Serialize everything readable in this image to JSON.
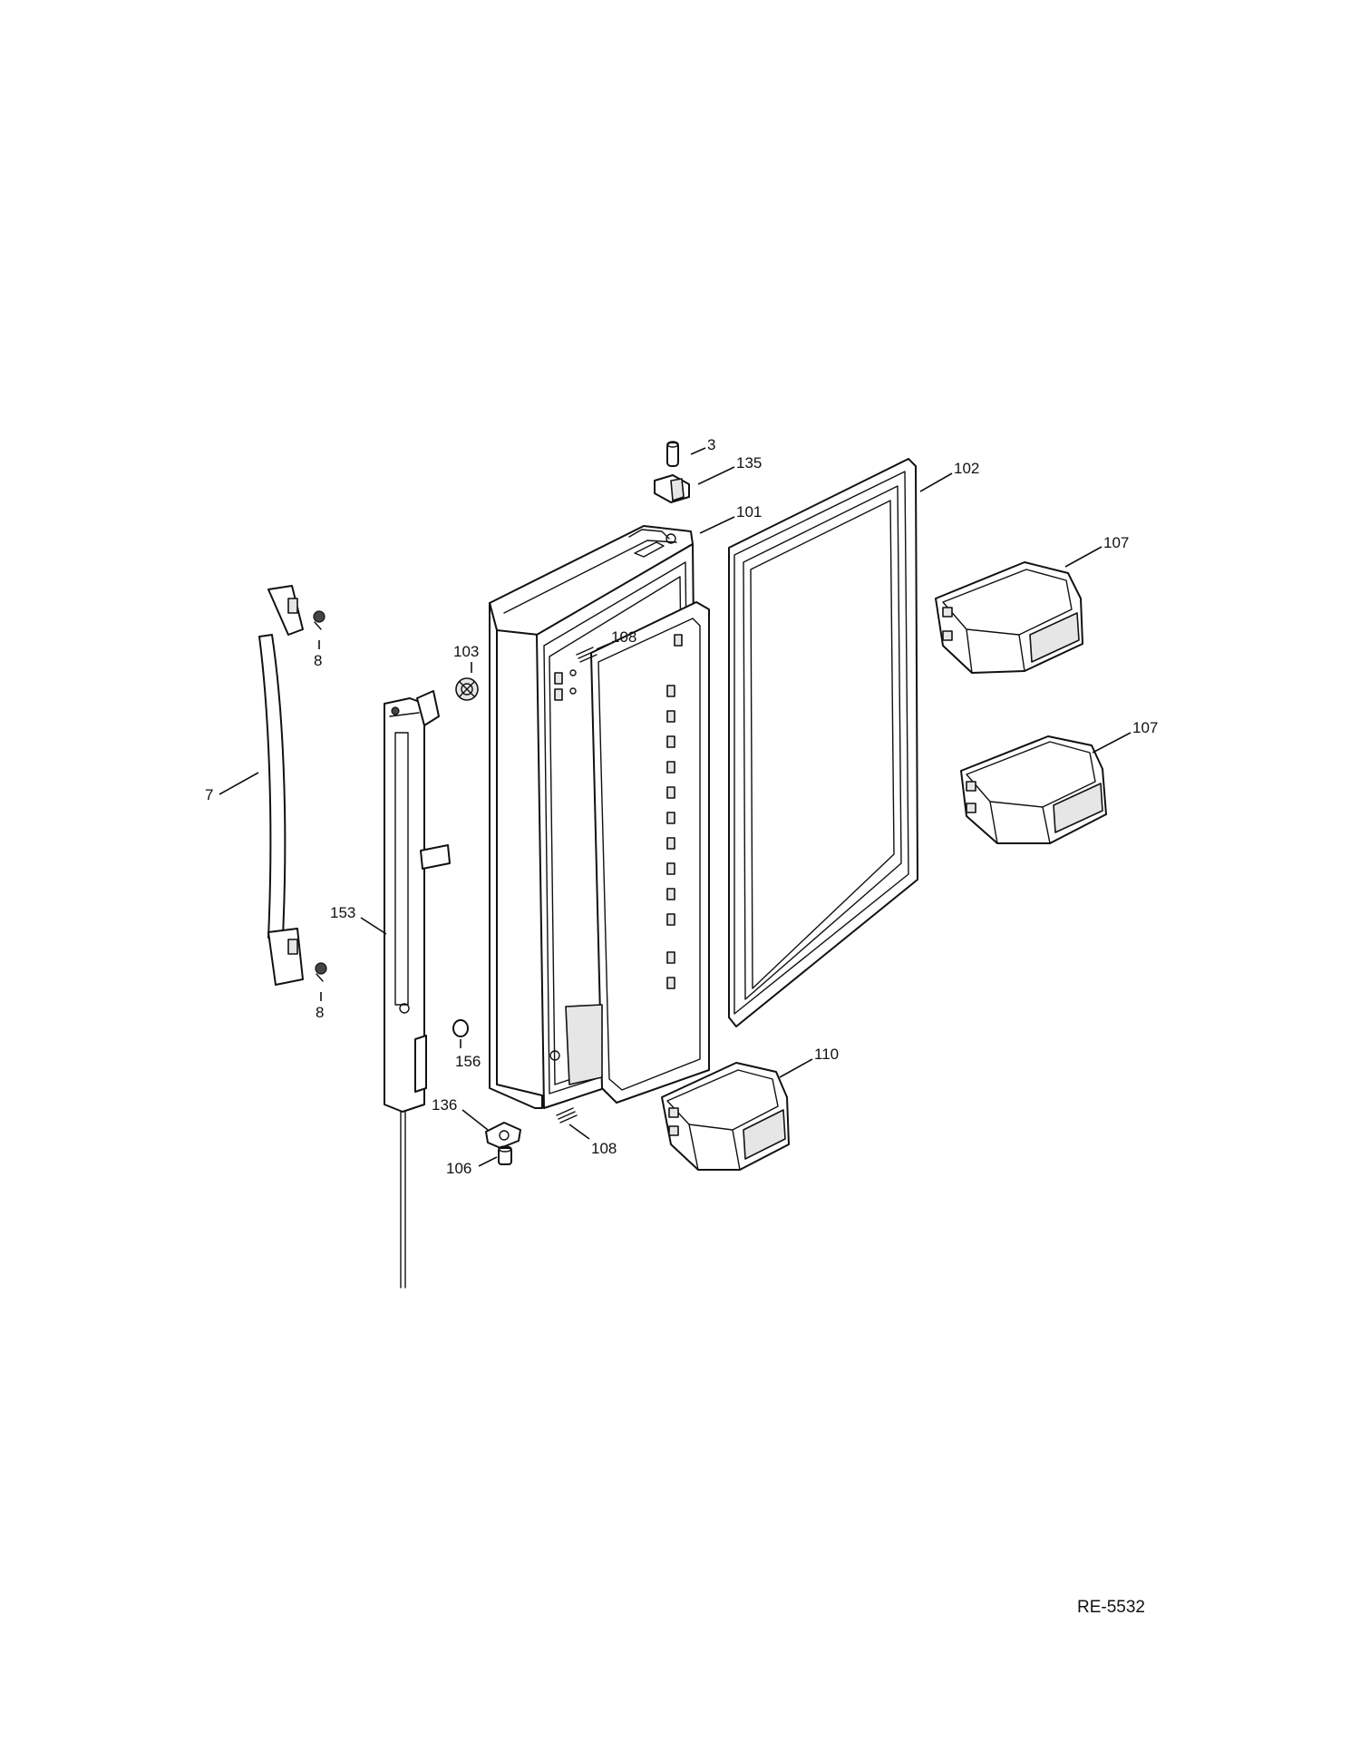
{
  "diagram_code": "RE-5532",
  "callouts": [
    {
      "id": "c-3",
      "label": "3"
    },
    {
      "id": "c-135",
      "label": "135"
    },
    {
      "id": "c-102",
      "label": "102"
    },
    {
      "id": "c-101",
      "label": "101"
    },
    {
      "id": "c-107a",
      "label": "107"
    },
    {
      "id": "c-107b",
      "label": "107"
    },
    {
      "id": "c-103",
      "label": "103"
    },
    {
      "id": "c-108a",
      "label": "108"
    },
    {
      "id": "c-8a",
      "label": "8"
    },
    {
      "id": "c-7",
      "label": "7"
    },
    {
      "id": "c-153",
      "label": "153"
    },
    {
      "id": "c-8b",
      "label": "8"
    },
    {
      "id": "c-156",
      "label": "156"
    },
    {
      "id": "c-110",
      "label": "110"
    },
    {
      "id": "c-136",
      "label": "136"
    },
    {
      "id": "c-108b",
      "label": "108"
    },
    {
      "id": "c-106",
      "label": "106"
    }
  ]
}
